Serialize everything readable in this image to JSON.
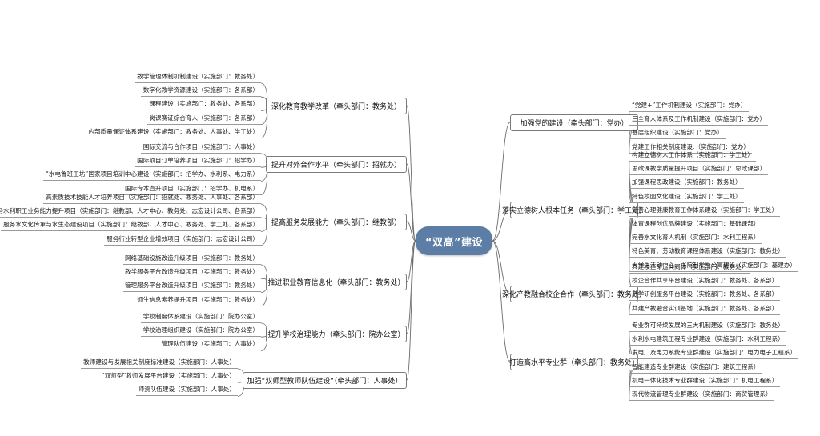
{
  "root": {
    "label": "“双高”建设",
    "color": "#5b7da6"
  },
  "left_branches": [
    {
      "label": "深化教育教学改革（牵头部门：教务处）",
      "leaves": [
        "教学管理体制机制建设（实施部门：教务处）",
        "数字化教学资源建设（实施部门：各系部）",
        "课程建设（实施部门：教务处、各系部）",
        "岗课赛证综合育人（实施部门：各系部）",
        "内部质量保证体系建设（实施部门：教务处、人事处、学工处）"
      ]
    },
    {
      "label": "提升对外合作水平（牵头部门：招就办）",
      "leaves": [
        "国际交流与合作项目（实施部门：人事处）",
        "国际项目订单培养项目（实施部门：招学办）",
        "“水电鲁班工坊”国家项目培训中心建设（实施部门：招学办、水利系、电力系）",
        "国际专本直升项目（实施部门：招学办、机电系）"
      ]
    },
    {
      "label": "提高服务发展能力（牵头部门：继教部）",
      "leaves": [
        "高素质技术技能人才培养项目（实施部门：招就处、教务处、人事处、各系部）",
        "服务水利职工业务能力提升项目（实施部门：继教部、人才中心、教务处、志宏设计公司、各系部）",
        "服务水文化传承与水生态建设项目（实施部门：继教部、人才中心、教务处、学工处、各系部）",
        "服务行业转型企业增效项目（实施部门：志宏设计公司）"
      ]
    },
    {
      "label": "推进职业教育信息化（牵头部门：教务处）",
      "leaves": [
        "网络基础设施改造升级项目（实施部门：教务处）",
        "教学服务平台改造升级项目（实施部门：教务处）",
        "管理服务平台改造升级项目（实施部门：教务处）",
        "师生信息素养提升项目（实施部门：教务处）"
      ]
    },
    {
      "label": "提升学校治理能力（牵头部门：院办公室）",
      "leaves": [
        "学校制度体系建设（实施部门：院办公室）",
        "学校治理组织建设（实施部门：院办公室）",
        "管理队伍建设（实施部门：人事处）"
      ]
    },
    {
      "label": "加强“双师型教师队伍建设”（牵头部门：人事处）",
      "leaves": [
        "教师建设与发展相关制度标准建设（实施部门：人事处）",
        "“双师型”教师发展平台建设（实施部门：人事处）",
        "师资队伍建设（实施部门：人事处）"
      ]
    }
  ],
  "right_branches": [
    {
      "label": "加强党的建设（牵头部门：党办）",
      "leaves": [
        "“党建+”工作机制建设（实施部门：党办）",
        "三全育人体系及工作机制建设（实施部门：党办）",
        "基层组织建设（实施部门：党办）",
        "党建工作相关制度建设:（实施部门：党办）"
      ]
    },
    {
      "label": "落实立德树人根本任务（牵头部门：学工处）",
      "leaves": [
        "构建立德树人工作体系（实施部门：学工处）",
        "思政课教学质量提升项目（实施部门：思政课部）",
        "加强课程思政建设（实施部门：教务处）",
        "特色校园文化建设（实施部门：学工处）",
        "完善心理健康教育工作体系建设（实施部门：学工处）",
        "体育课程创优品牌建设（实施部门：基础课部）",
        "完善水文化育人机制（实施部门：水利工程系）",
        "特色美育、劳动教育课程体系建设（实施部门：教务处）",
        "大学生活动中心、书院制学生公寓建设（实施部门：基建办）"
      ]
    },
    {
      "label": "深化产教融合校企合作（牵头部门：教务处）",
      "leaves": [
        "共建校企命运共同体（实施部门：教务处）",
        "校企合作共享平台建设（实施部门：教务处、各系部）",
        "产学研创服务平台建设（实施部门：教务处、各系部）",
        "共建产教融合实训基地（实施部门：教务处、各系部）"
      ]
    },
    {
      "label": "打造高水平专业群（牵头部门：教务处）",
      "leaves": [
        "专业群可持续发展的三大机制建设（实施部门：教务处）",
        "水利水电建筑工程专业群建设（实施部门：水利工程系）",
        "发电厂及电力系统专业群建设（实施部门：电力电子工程系）",
        "智能建造专业群建设（实施部门：建筑工程系）",
        "机电一体化技术专业群建设（实施部门：机电工程系）",
        "现代物流管理专业群建设（实施部门：商贸管理系）"
      ]
    }
  ]
}
